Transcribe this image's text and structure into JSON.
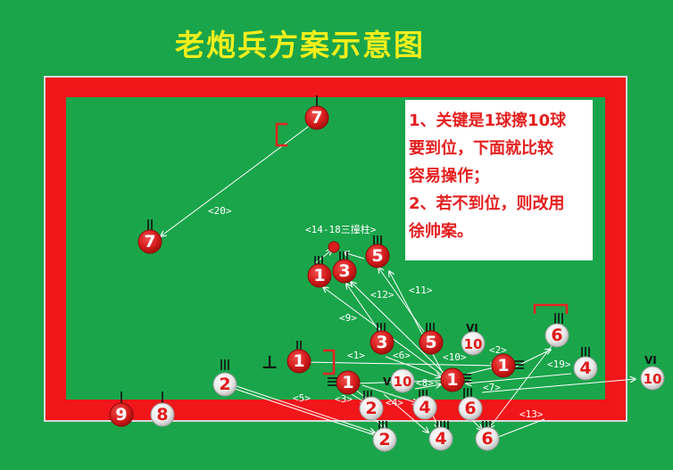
{
  "title": "老炮兵方案示意图",
  "colors": {
    "felt": "#1aa54a",
    "rail": "#f0161a",
    "frame": "#d8d8d8",
    "red_ball": "#d81e1e",
    "white_ball": "#efefef",
    "note_text": "#e51e1e",
    "title_text": "#f2ee1c"
  },
  "note": {
    "lines": [
      "1、关键是1球擦10球",
      "要到位，下面就比较",
      "容易操作；",
      "2、若不到位，则改用",
      "徐帅案。"
    ]
  },
  "annotations": {
    "a20": "<20>",
    "a14_18": "<14-18三撞柱>",
    "a12": "<12>",
    "a11": "<11>",
    "a9": "<9>",
    "a1": "<1>",
    "a6": "<6>",
    "a10": "<10>",
    "a2": "<2>",
    "a19": "<19>",
    "a8": "<8>",
    "a7": "<7>",
    "a5": "<5>",
    "a3": "<3>",
    "a4": "<4>",
    "a13": "<13>"
  },
  "balls": [
    {
      "id": "r7-top",
      "label": "7",
      "color": "red"
    },
    {
      "id": "r7-left",
      "label": "7",
      "color": "red"
    },
    {
      "id": "r1-a",
      "label": "1",
      "color": "red"
    },
    {
      "id": "r3-a",
      "label": "3",
      "color": "red"
    },
    {
      "id": "r5-a",
      "label": "5",
      "color": "red"
    },
    {
      "id": "r3-b",
      "label": "3",
      "color": "red"
    },
    {
      "id": "r5-b",
      "label": "5",
      "color": "red"
    },
    {
      "id": "w10-a",
      "label": "10",
      "color": "white"
    },
    {
      "id": "r1-b",
      "label": "1",
      "color": "red"
    },
    {
      "id": "r1-c",
      "label": "1",
      "color": "red"
    },
    {
      "id": "r1-d",
      "label": "1",
      "color": "red"
    },
    {
      "id": "r1-e",
      "label": "1",
      "color": "red"
    },
    {
      "id": "w10-b",
      "label": "10",
      "color": "white"
    },
    {
      "id": "w6-a",
      "label": "6",
      "color": "white"
    },
    {
      "id": "w4-a",
      "label": "4",
      "color": "white"
    },
    {
      "id": "w10-c",
      "label": "10",
      "color": "white"
    },
    {
      "id": "w2-a",
      "label": "2",
      "color": "white"
    },
    {
      "id": "w2-b",
      "label": "2",
      "color": "white"
    },
    {
      "id": "w4-b",
      "label": "4",
      "color": "white"
    },
    {
      "id": "w6-b",
      "label": "6",
      "color": "white"
    },
    {
      "id": "w2-c",
      "label": "2",
      "color": "white"
    },
    {
      "id": "w4-c",
      "label": "4",
      "color": "white"
    },
    {
      "id": "w6-c",
      "label": "6",
      "color": "white"
    },
    {
      "id": "r9",
      "label": "9",
      "color": "red"
    },
    {
      "id": "w8",
      "label": "8",
      "color": "white"
    }
  ],
  "marks": {
    "roman_2": "II",
    "roman_3": "III",
    "roman_4": "IIII",
    "roman_6": "VI",
    "tee": "⊥"
  }
}
